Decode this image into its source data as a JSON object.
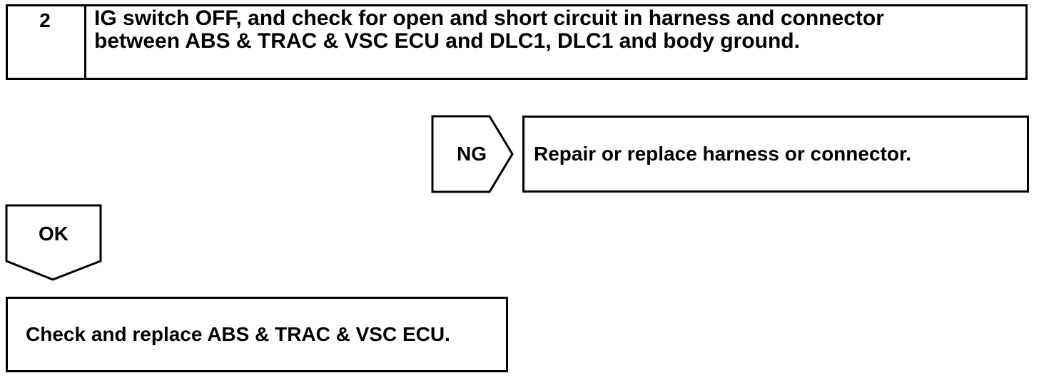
{
  "step": {
    "number": "2",
    "line1": "IG switch OFF, and check for open and short circuit in harness and connector",
    "line2": "between ABS & TRAC & VSC ECU and DLC1, DLC1 and body ground."
  },
  "ng_branch": {
    "label": "NG",
    "action": "Repair or replace harness or connector."
  },
  "ok_branch": {
    "label": "OK",
    "action": "Check and replace ABS & TRAC & VSC ECU."
  }
}
